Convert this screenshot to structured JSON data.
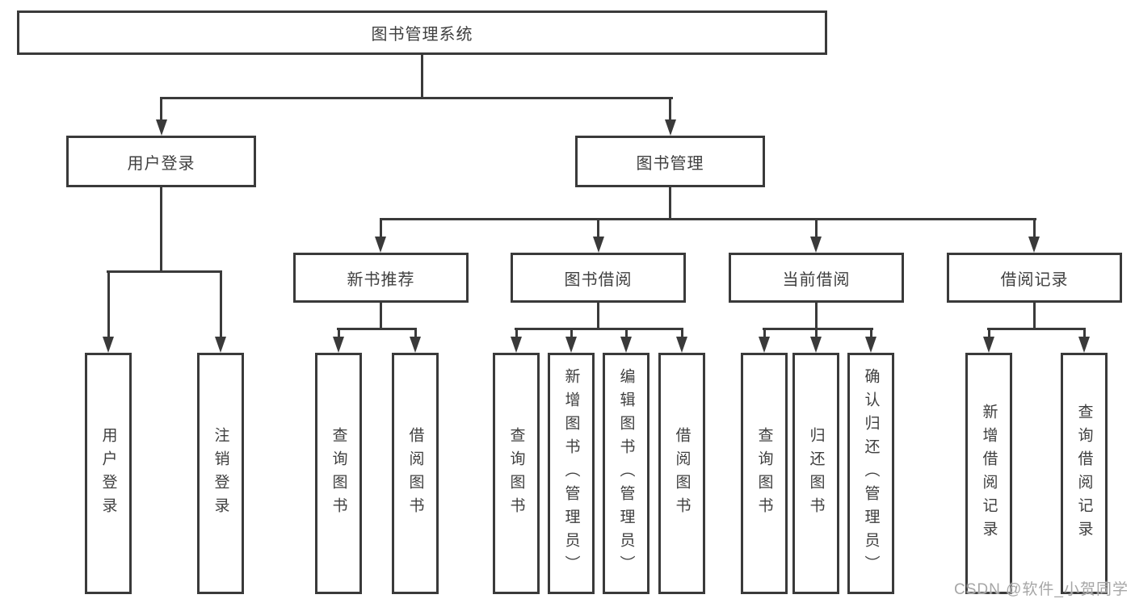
{
  "diagram_title": "图书管理系统",
  "colors": {
    "line": "#3a3a3a",
    "text": "#3f3f3f",
    "watermark": "#a6a6a6",
    "background": "#ffffff"
  },
  "tree": {
    "root": {
      "label": "图书管理系统"
    },
    "branches": [
      {
        "label": "用户登录",
        "children": [
          {
            "label": "用户登录"
          },
          {
            "label": "注销登录"
          }
        ]
      },
      {
        "label": "图书管理",
        "children": [
          {
            "label": "新书推荐",
            "children": [
              {
                "label": "查询图书"
              },
              {
                "label": "借阅图书"
              }
            ]
          },
          {
            "label": "图书借阅",
            "children": [
              {
                "label": "查询图书"
              },
              {
                "label": "新增图书（管理员）"
              },
              {
                "label": "编辑图书（管理员）"
              },
              {
                "label": "借阅图书"
              }
            ]
          },
          {
            "label": "当前借阅",
            "children": [
              {
                "label": "查询图书"
              },
              {
                "label": "归还图书"
              },
              {
                "label": "确认归还（管理员）"
              }
            ]
          },
          {
            "label": "借阅记录",
            "children": [
              {
                "label": "新增借阅记录"
              },
              {
                "label": "查询借阅记录"
              }
            ]
          }
        ]
      }
    ]
  },
  "watermark": "CSDN @软件_小贺同学"
}
